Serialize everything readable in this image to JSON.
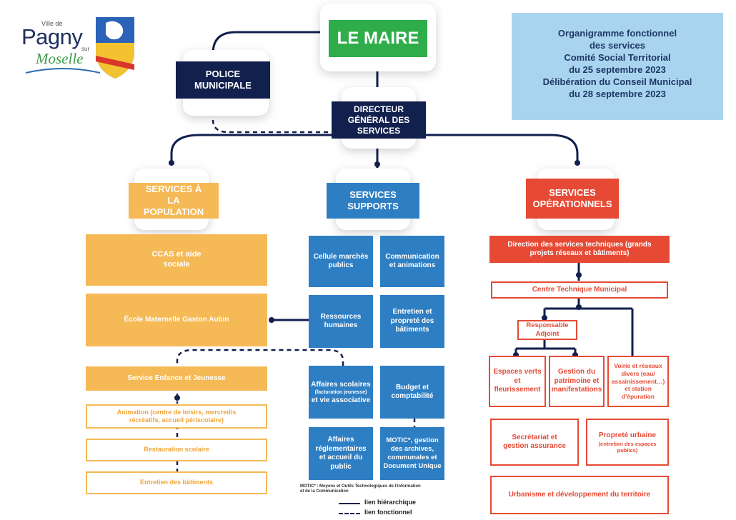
{
  "logo": {
    "line1": "Ville de",
    "line2": "Pagny",
    "line3": "sur",
    "line4": "Moselle"
  },
  "info_box": {
    "lines": [
      "Organigramme fonctionnel",
      "des services",
      "Comité Social Territorial",
      "du 25 septembre 2023",
      "Délibération du Conseil Municipal",
      "du 28 septembre 2023"
    ]
  },
  "top": {
    "maire": "LE MAIRE",
    "police": "POLICE MUNICIPALE",
    "dgs": "DIRECTEUR GÉNÉRAL DES SERVICES"
  },
  "poles": {
    "population": "SERVICES À LA POPULATION",
    "supports": "SERVICES SUPPORTS",
    "operationnels": "SERVICES OPÉRATIONNELS"
  },
  "population": {
    "ccas": "CCAS et aide sociale",
    "ecole": "École Maternelle Gaston Aubin",
    "enfance": "Service Enfance et Jeunesse",
    "animation": "Animation (centre de loisirs, mercredis récréatifs, accueil périscolaire)",
    "restauration": "Restauration scolaire",
    "entretien": "Entretien des bâtiments"
  },
  "supports": {
    "marches": "Cellule marchés publics",
    "communication": "Communication et animations",
    "rh": "Ressources humaines",
    "proprete_bat": "Entretien et propreté des bâtiments",
    "scolaires_a": "Affaires scolaires",
    "scolaires_b": "(facturation jeunesse)",
    "scolaires_c": "et vie associative",
    "budget": "Budget et comptabilité",
    "reglementaires": "Affaires réglementaires et accueil du public",
    "motic": "MOTIC*, gestion des archives, communales et Document Unique",
    "motic_note": "MOTIC* : Moyens et Outils Technologiques de l'information et de la Communication"
  },
  "operationnels": {
    "dst": "Direction des services techniques (grands projets réseaux et bâtiments)",
    "ctm": "Centre Technique Municipal",
    "adjoint": "Responsable Adjoint",
    "espaces_verts": "Espaces verts et fleurissement",
    "patrimoine": "Gestion du patrimoine et manifestations",
    "voirie": "Voirie et réseaux divers (eau/ assainissement…) et station d'épuration",
    "secretariat": "Secrétariat et gestion assurance",
    "proprete_a": "Propreté urbaine",
    "proprete_b": "(entretien des espaces publics)",
    "urbanisme": "Urbanisme et développement du territoire"
  },
  "legend": {
    "hierarchique": "lien hiérarchique",
    "fonctionnel": "lien fonctionnel"
  },
  "colors": {
    "navy": "#12204e",
    "green": "#2fad4b",
    "orange": "#f5b955",
    "blue": "#2e7ec3",
    "red": "#e64a35",
    "info_bg": "#a9d4f0"
  }
}
